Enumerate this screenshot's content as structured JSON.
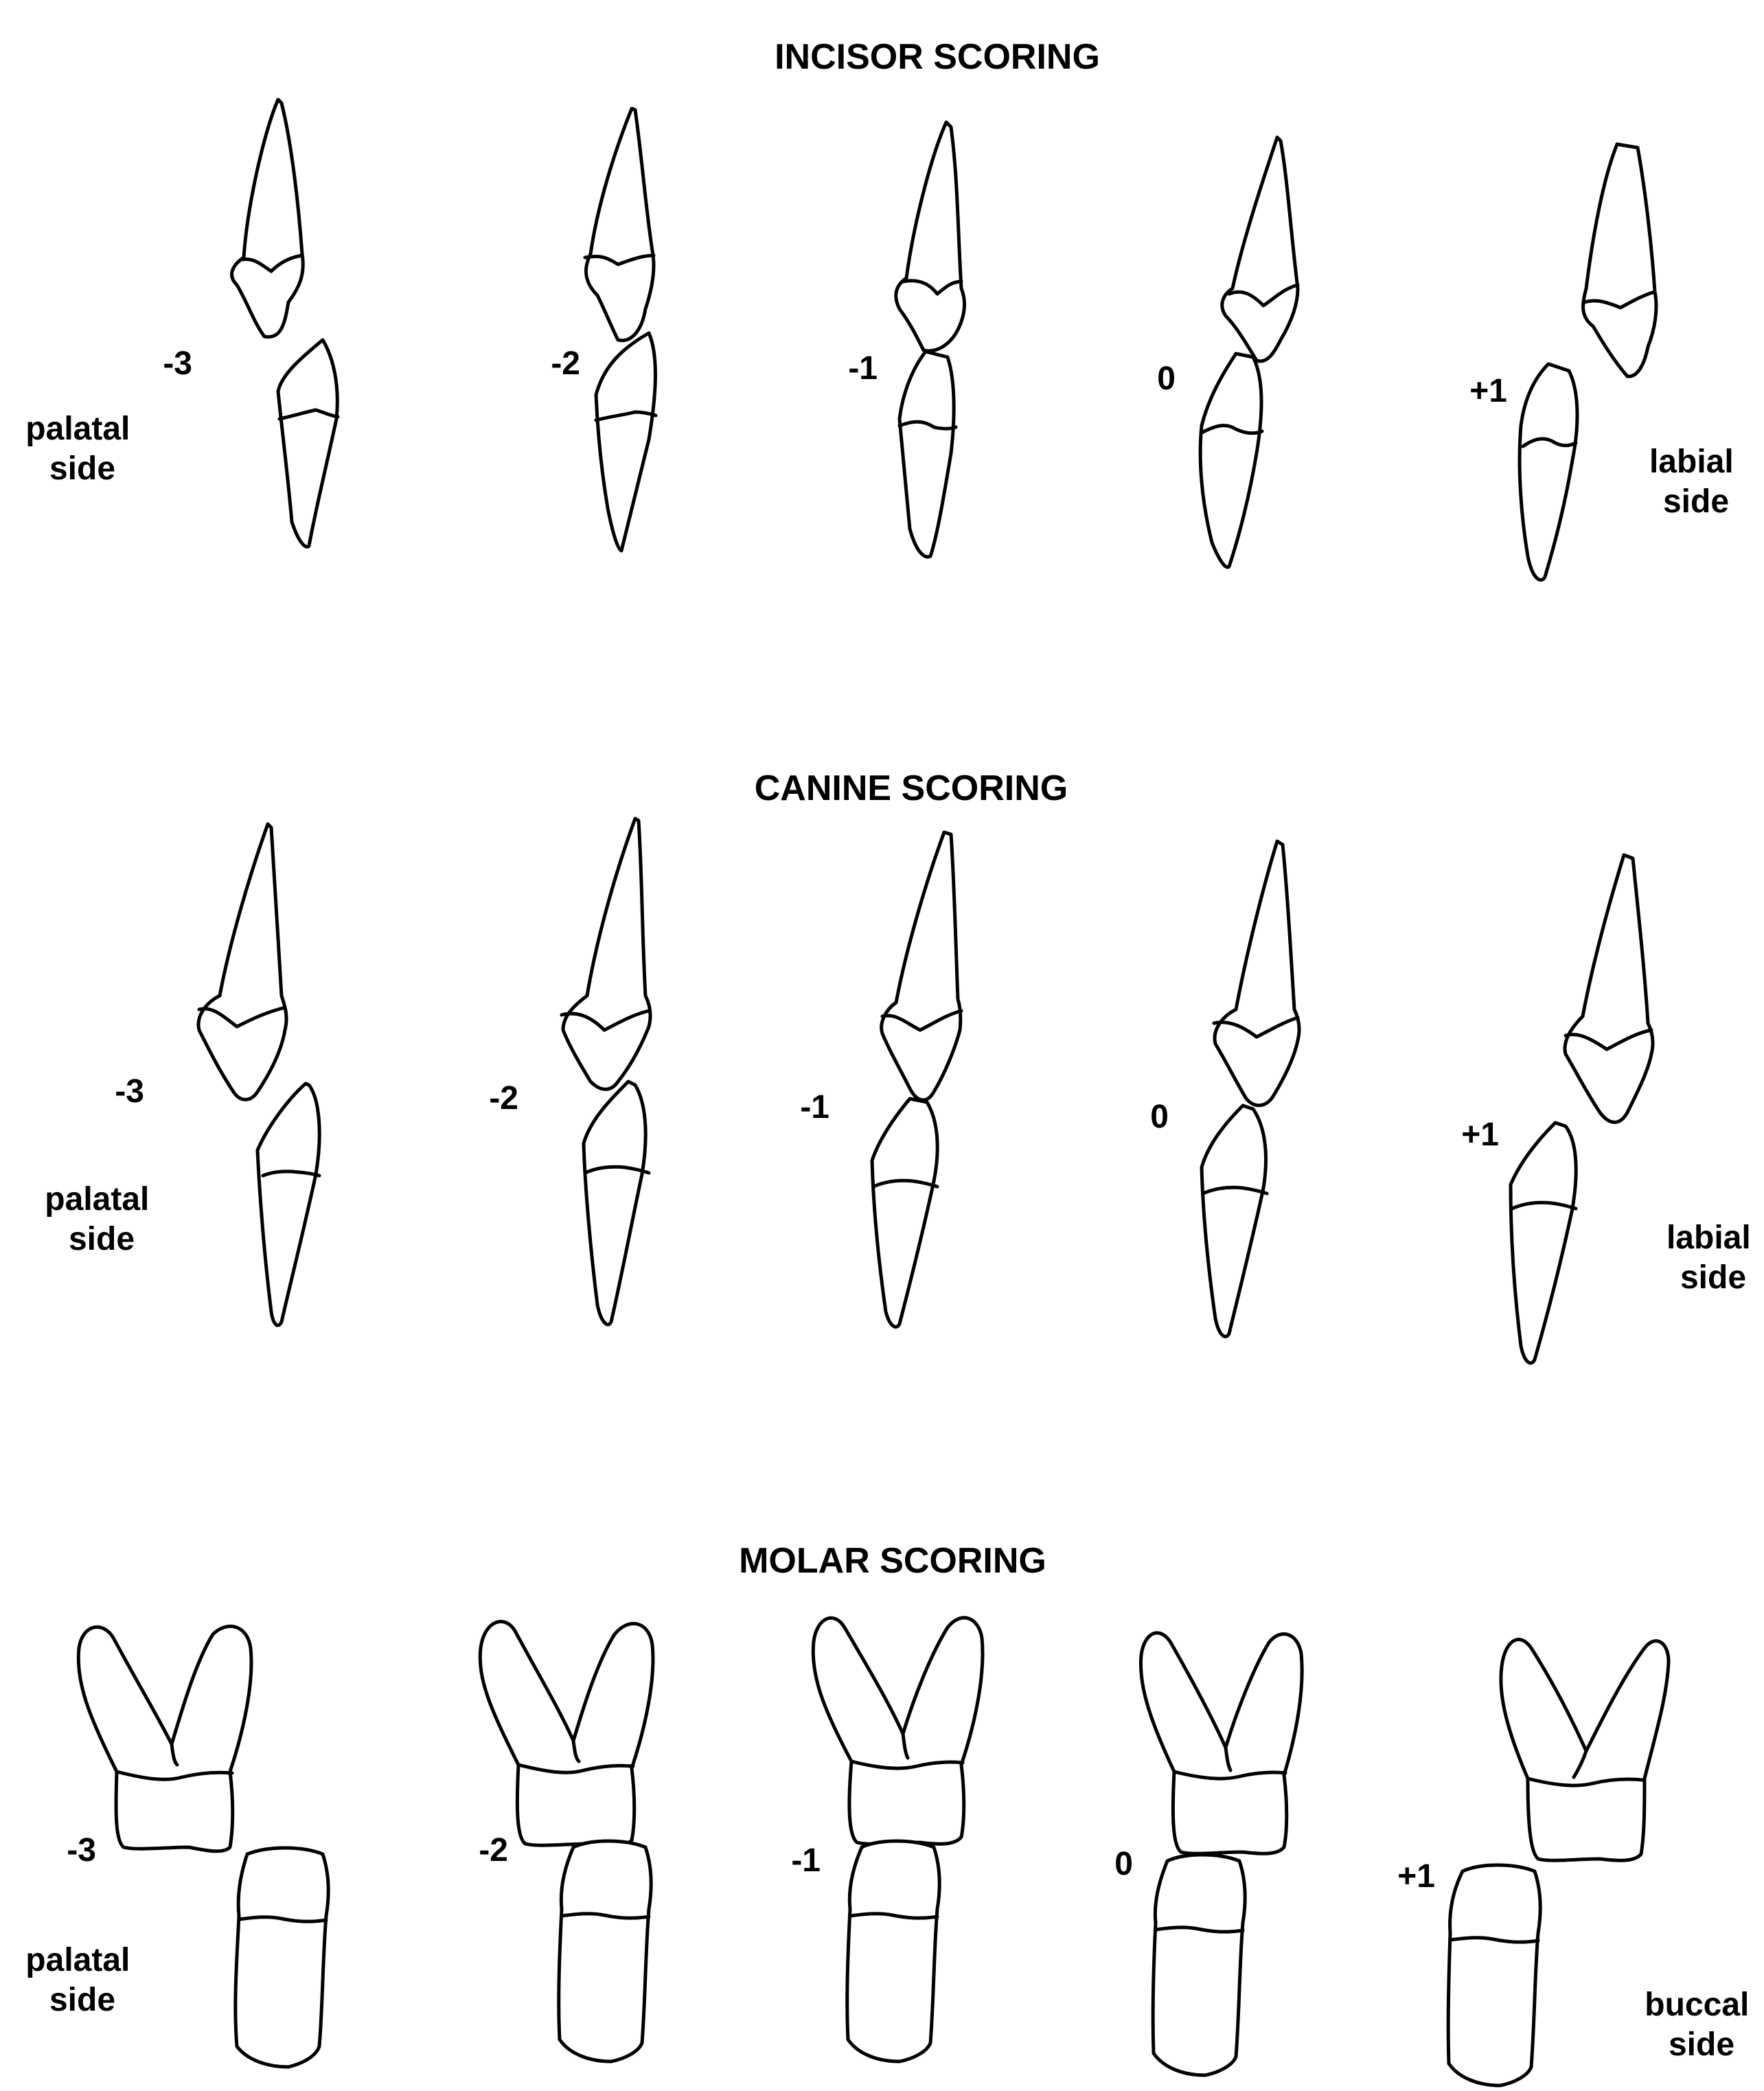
{
  "sections": [
    {
      "id": "incisor",
      "title": "INCISOR SCORING",
      "scores": [
        "-3",
        "-2",
        "-1",
        "0",
        "+1"
      ],
      "left_side": [
        "palatal",
        "side"
      ],
      "right_side": [
        "labial",
        "side"
      ]
    },
    {
      "id": "canine",
      "title": "CANINE SCORING",
      "scores": [
        "-3",
        "-2",
        "-1",
        "0",
        "+1"
      ],
      "left_side": [
        "palatal",
        "side"
      ],
      "right_side": [
        "labial",
        "side"
      ]
    },
    {
      "id": "molar",
      "title": "MOLAR SCORING",
      "scores": [
        "-3",
        "-2",
        "-1",
        "0",
        "+1"
      ],
      "left_side": [
        "palatal",
        "side"
      ],
      "right_side": [
        "buccal",
        "side"
      ]
    }
  ]
}
